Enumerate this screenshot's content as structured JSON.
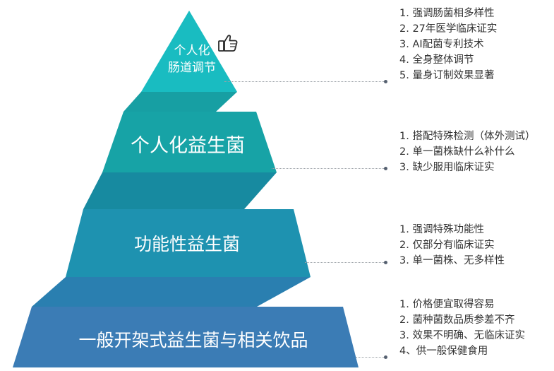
{
  "colors": {
    "apex": "#19bcc1",
    "tier2": "#17a3a6",
    "tier3": "#1e92b0",
    "tier4": "#3b7cb5",
    "band1": "#179fa3",
    "band2": "#178aa0",
    "band3": "#2a7fb0",
    "note_text": "#333333"
  },
  "pyramid": {
    "apex": {
      "line1": "个人化",
      "line2": "肠道调节",
      "icon": "thumbs-up-icon"
    },
    "tier2": {
      "label": "个人化益生菌"
    },
    "tier3": {
      "label": "功能性益生菌"
    },
    "tier4": {
      "label": "一般开架式益生菌与相关饮品"
    }
  },
  "notes": {
    "group1": [
      "1. 强调肠菌相多样性",
      "2. 27年医学临床证实",
      "3. AI配菌专利技术",
      "4. 全身整体调节",
      "5. 量身订制效果显著"
    ],
    "group2": [
      "1. 搭配特殊检测（体外测试）",
      "2. 单一菌株缺什么补什么",
      "3. 缺少服用临床证实"
    ],
    "group3": [
      "1. 强调特殊功能性",
      "2. 仅部分有临床证实",
      "3. 单一菌株、无多样性"
    ],
    "group4": [
      "1. 价格便宜取得容易",
      "2. 菌种菌数品质参差不齐",
      "3. 效果不明确、无临床证实",
      "4、供一般保健食用"
    ]
  }
}
